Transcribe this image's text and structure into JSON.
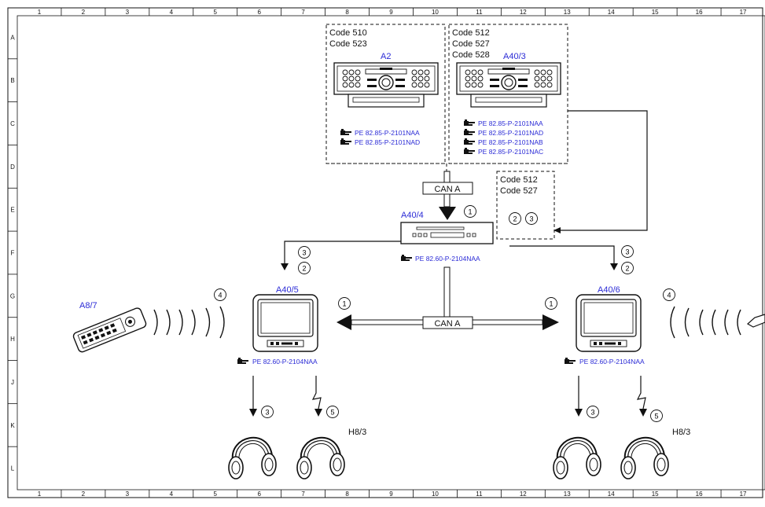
{
  "colors": {
    "label_blue": "#2b2bd6",
    "line": "#111111",
    "background": "#ffffff"
  },
  "grid": {
    "columns": [
      "1",
      "2",
      "3",
      "4",
      "5",
      "6",
      "7",
      "8",
      "9",
      "10",
      "11",
      "12",
      "13",
      "14",
      "15",
      "16",
      "17"
    ],
    "rows": [
      "A",
      "B",
      "C",
      "D",
      "E",
      "F",
      "G",
      "H",
      "J",
      "K",
      "L"
    ]
  },
  "groups": {
    "left_codes": [
      "Code 510",
      "Code 523"
    ],
    "middle_codes": [
      "Code 512",
      "Code 527",
      "Code 528"
    ],
    "small_codes": [
      "Code 512",
      "Code 527"
    ]
  },
  "components": {
    "a2": {
      "label": "A2",
      "refs": [
        "PE 82.85-P-2101NAA",
        "PE 82.85-P-2101NAD"
      ]
    },
    "a40_3": {
      "label": "A40/3",
      "refs": [
        "PE 82.85-P-2101NAA",
        "PE 82.85-P-2101NAD",
        "PE 82.85-P-2101NAB",
        "PE 82.85-P-2101NAC"
      ]
    },
    "a40_4": {
      "label": "A40/4",
      "ref": "PE 82.60-P-2104NAA"
    },
    "a40_5": {
      "label": "A40/5",
      "ref": "PE 82.60-P-2104NAA"
    },
    "a40_6": {
      "label": "A40/6",
      "ref": "PE 82.60-P-2104NAA"
    },
    "a8_7": {
      "label": "A8/7"
    },
    "h8_3_left": {
      "label": "H8/3"
    },
    "h8_3_right": {
      "label": "H8/3"
    }
  },
  "buses": {
    "top": "CAN A",
    "horizontal": "CAN A"
  },
  "markers": {
    "m_top": "1",
    "m_left_disp": "1",
    "m_right_disp": "1",
    "m_small_a": "2",
    "m_small_b": "3",
    "m_left_a": "3",
    "m_left_b": "2",
    "m_right_a": "3",
    "m_right_b": "2",
    "m_ir_left": "4",
    "m_ir_right": "4",
    "m_hp1": "3",
    "m_hp2": "5",
    "m_hp3": "3",
    "m_hp4": "5"
  }
}
